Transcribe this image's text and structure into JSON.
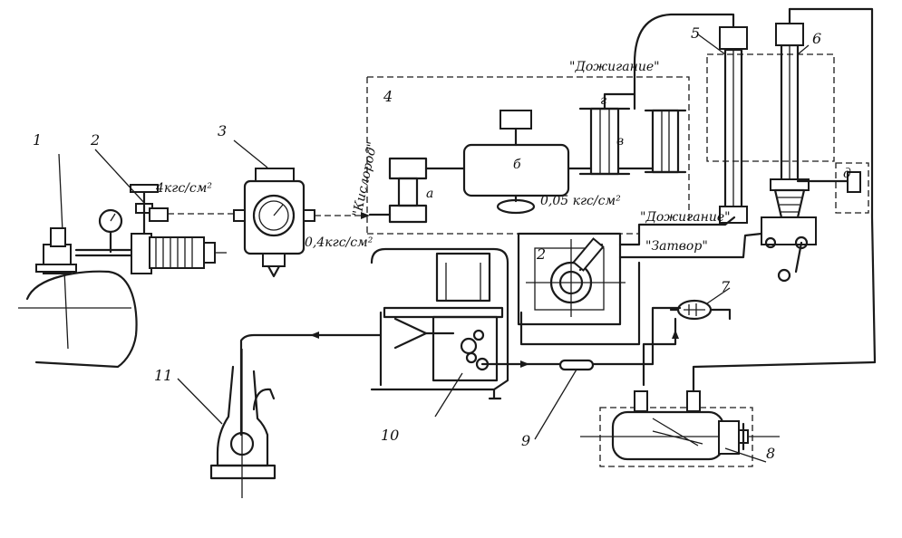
{
  "numbers": {
    "n1": "1",
    "n2": "2",
    "n3": "3",
    "n4": "4",
    "n5": "5",
    "n6": "6",
    "n7": "7",
    "n8": "8",
    "n9": "9",
    "n10": "10",
    "n11": "11",
    "inner2": "2"
  },
  "letters": {
    "a": "а",
    "b": "б",
    "v": "в",
    "g": "г",
    "d": "д"
  },
  "labels": {
    "pressure_4": "4кгс/см²",
    "pressure_04": "0,4кгс/см²",
    "pressure_005": "0,05 кгс/см²",
    "oxygen": "\"Кислород\"",
    "afterburn_top": "\"Дожигание\"",
    "afterburn_mid": "\"Дожигание\"",
    "shutter": "\"Затвор\""
  }
}
